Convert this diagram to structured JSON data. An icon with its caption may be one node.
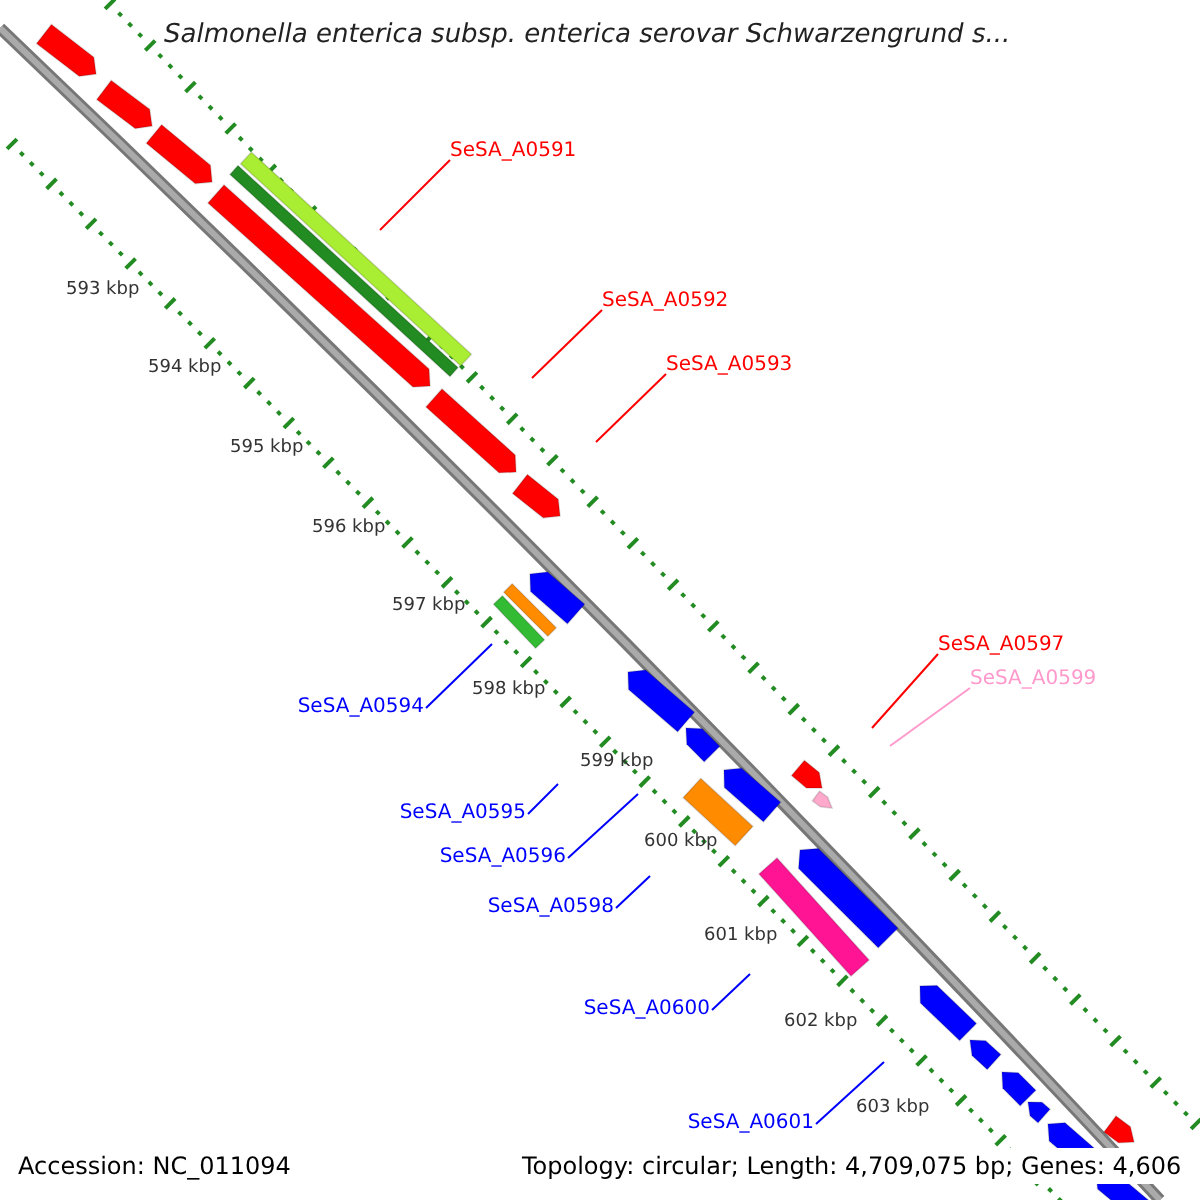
{
  "diagram": {
    "title": "Salmonella enterica subsp. enterica serovar Schwarzengrund s...",
    "nodes": [
      {
        "text": [
          "SeSA_A0591"
        ]
      },
      {
        "text": [
          "SeSA_A0592"
        ]
      },
      {
        "text": [
          "SeSA_A0593"
        ]
      },
      {
        "text": [
          "SeSA_A0597"
        ]
      },
      {
        "text": [
          "SeSA_A0599"
        ]
      },
      {
        "text": [
          "SeSA_A0594"
        ]
      },
      {
        "text": [
          "SeSA_A0595"
        ]
      },
      {
        "text": [
          "SeSA_A0596"
        ]
      },
      {
        "text": [
          "SeSA_A0598"
        ]
      },
      {
        "text": [
          "SeSA_A0600"
        ]
      },
      {
        "text": [
          "SeSA_A0601"
        ]
      }
    ],
    "edges": [
      {
        "from": 0,
        "to": null,
        "arrow": "none",
        "color": "#ff0000"
      },
      {
        "from": 1,
        "to": null,
        "arrow": "none",
        "color": "#ff0000"
      },
      {
        "from": 2,
        "to": null,
        "arrow": "none",
        "color": "#ff0000"
      },
      {
        "from": 3,
        "to": null,
        "arrow": "none",
        "color": "#ff0000"
      },
      {
        "from": 4,
        "to": null,
        "arrow": "none",
        "color": "#ff99cc"
      },
      {
        "from": 5,
        "to": null,
        "arrow": "none"
      },
      {
        "from": 6,
        "to": null,
        "arrow": "none"
      },
      {
        "from": 7,
        "to": null,
        "arrow": "none"
      },
      {
        "from": 8,
        "to": null,
        "arrow": "none"
      },
      {
        "from": 9,
        "to": null,
        "arrow": "none"
      },
      {
        "from": 10,
        "to": null,
        "arrow": "none"
      }
    ],
    "labels": [
      "593 kbp",
      "594 kbp",
      "595 kbp",
      "596 kbp",
      "597 kbp",
      "598 kbp",
      "599 kbp",
      "600 kbp",
      "601 kbp",
      "602 kbp",
      "603 kbp",
      "Accession: NC_011094",
      "Topology: circular; Length: 4,709,075 bp; Genes: 4,606"
    ]
  }
}
